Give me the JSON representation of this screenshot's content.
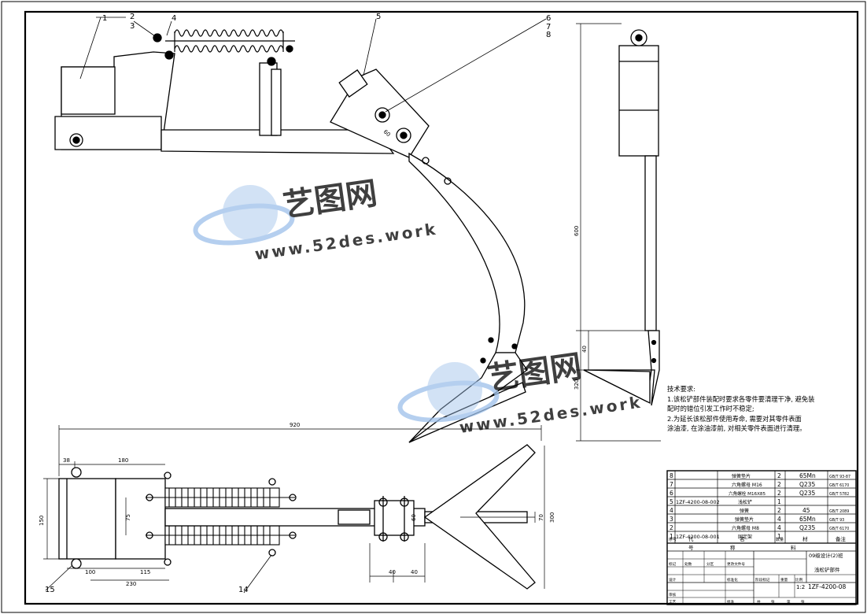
{
  "callouts": [
    "1",
    "2",
    "3",
    "4",
    "5",
    "6",
    "7",
    "8",
    "14",
    "15"
  ],
  "dimensions": {
    "side": [
      "60",
      "600",
      "40",
      "320"
    ],
    "plan": [
      "920",
      "38",
      "180",
      "150",
      "75",
      "100",
      "115",
      "230",
      "40",
      "40",
      "60",
      "70",
      "300"
    ]
  },
  "tech_notes": {
    "title": "技术要求:",
    "lines": [
      "1.该松铲部件装配时要求各零件要清理干净, 避免装",
      "配时的错位引发工作时不稳定;",
      "2.为延长该松部件使用寿命, 需要对其零件表面",
      "涂油漆, 在涂油漆前, 对相关零件表面进行清理。"
    ]
  },
  "parts_list": {
    "rows": [
      {
        "no": "8",
        "code": "",
        "name": "弹簧垫片",
        "qty": "2",
        "material": "65Mn",
        "remark": "GB/T 93-87"
      },
      {
        "no": "7",
        "code": "",
        "name": "六角螺母 M16",
        "qty": "2",
        "material": "Q235",
        "remark": "GB/T 6170"
      },
      {
        "no": "6",
        "code": "",
        "name": "六角螺栓 M16X85",
        "qty": "2",
        "material": "Q235",
        "remark": "GB/T 5782"
      },
      {
        "no": "5",
        "code": "1ZF-4200-08-002",
        "name": "浅松铲",
        "qty": "1",
        "material": "",
        "remark": ""
      },
      {
        "no": "4",
        "code": "",
        "name": "弹簧",
        "qty": "2",
        "material": "45",
        "remark": "GB/T 2089"
      },
      {
        "no": "3",
        "code": "",
        "name": "弹簧垫片",
        "qty": "4",
        "material": "65Mn",
        "remark": "GB/T 93"
      },
      {
        "no": "2",
        "code": "",
        "name": "六角螺母 M8",
        "qty": "4",
        "material": "Q235",
        "remark": "GB/T 6170"
      },
      {
        "no": "1",
        "code": "1ZF-4200-08-001",
        "name": "固定架",
        "qty": "1",
        "material": "",
        "remark": ""
      }
    ],
    "header": {
      "no": "序号",
      "code": "代",
      "name": "名",
      "qty": "数量",
      "material": "材",
      "remark": "备注"
    },
    "header2": [
      "号",
      "称",
      "料"
    ]
  },
  "title_block": {
    "project": "09级设计(2)班",
    "part_name": "浅松铲部件",
    "drawing_no": "1ZF-4200-08",
    "scale": "1:2",
    "labels": {
      "marks": "标记",
      "count": "处数",
      "partition": "分区",
      "change_doc": "更改文件号",
      "sign": "签名",
      "date": "年月日",
      "design": "设计",
      "std": "标准化",
      "stage": "阶段标记",
      "weight": "重量",
      "scale_label": "比例",
      "check": "审核",
      "process": "工艺",
      "approve": "批准",
      "total": "共",
      "sheet": "张",
      "page": "第",
      "page2": "张"
    }
  },
  "watermark": {
    "brand": "艺图网",
    "url": "www.52des.work"
  },
  "colors": {
    "line": "#000000",
    "watermark_blue": "#3a78c8",
    "watermark_light": "#9dc0ea"
  }
}
